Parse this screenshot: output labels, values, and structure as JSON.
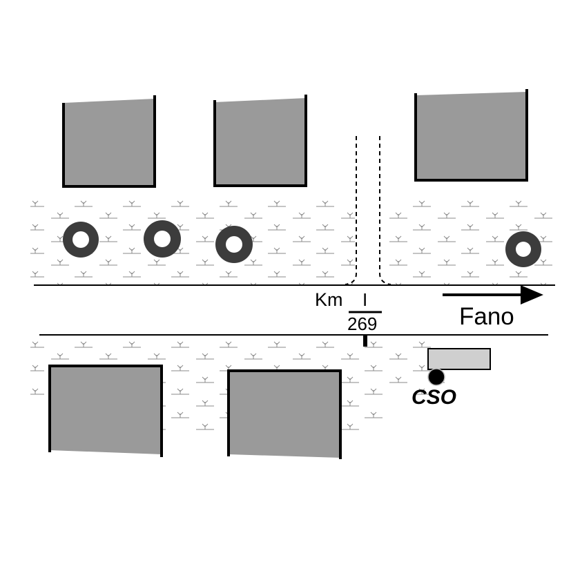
{
  "map": {
    "route_marker": {
      "prefix": "Km",
      "numerator": "I",
      "denominator": "269"
    },
    "direction": {
      "label": "Fano",
      "arrow": "right-arrow"
    },
    "station": {
      "label": "CSO"
    },
    "colors": {
      "building_fill": "#9a9a9a",
      "building_outline": "#000000",
      "station_box_fill": "#cfcfcf",
      "station_dot": "#000000",
      "tree_fill": "#4a4a4a",
      "vegetation_mark": "#888888",
      "road_line": "#000000"
    }
  }
}
